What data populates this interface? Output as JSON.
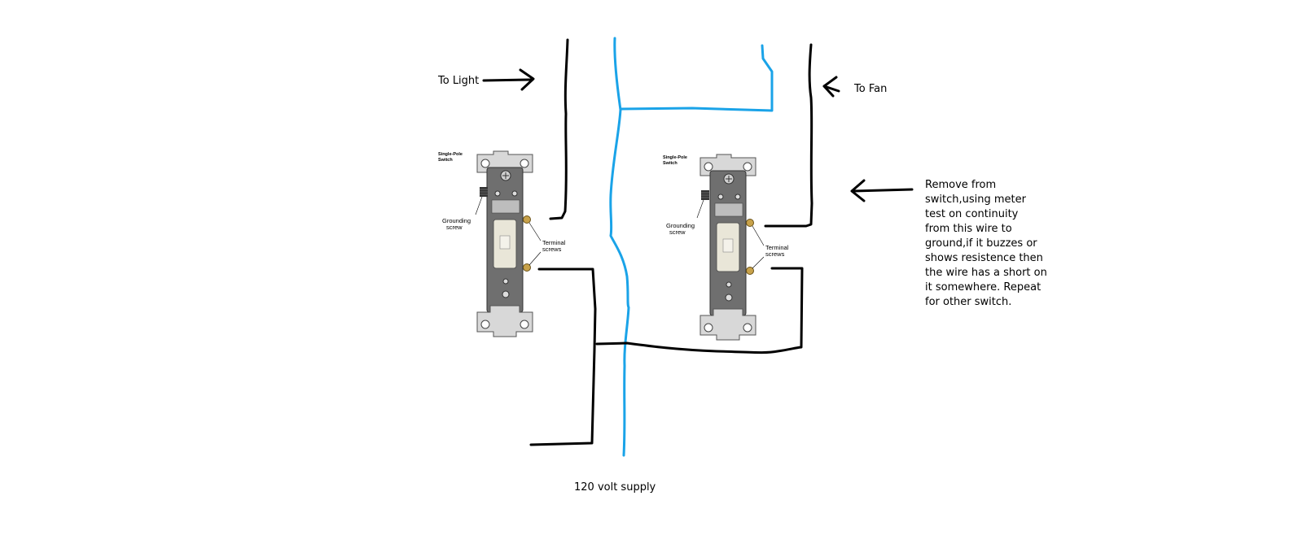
{
  "labels": {
    "to_light": "To Light",
    "to_fan": "To Fan",
    "supply": "120 volt supply",
    "note_lines": [
      "Remove from",
      "switch,using meter",
      "test on continuity",
      "from this wire to",
      "ground,if it buzzes or",
      "shows resistence then",
      "the wire has a short on",
      "it somewhere.  Repeat",
      "for other switch."
    ]
  },
  "switches": [
    {
      "title_line1": "Single-Pole",
      "title_line2": "Switch",
      "grounding_line1": "Grounding",
      "grounding_line2": "screw",
      "terminal_line1": "Terminal",
      "terminal_line2": "screws"
    },
    {
      "title_line1": "Single-Pole",
      "title_line2": "Switch",
      "grounding_line1": "Grounding",
      "grounding_line2": "screw",
      "terminal_line1": "Terminal",
      "terminal_line2": "screws"
    }
  ],
  "colors": {
    "hot_wire": "#000000",
    "neutral_wire": "#1aa3e8"
  }
}
